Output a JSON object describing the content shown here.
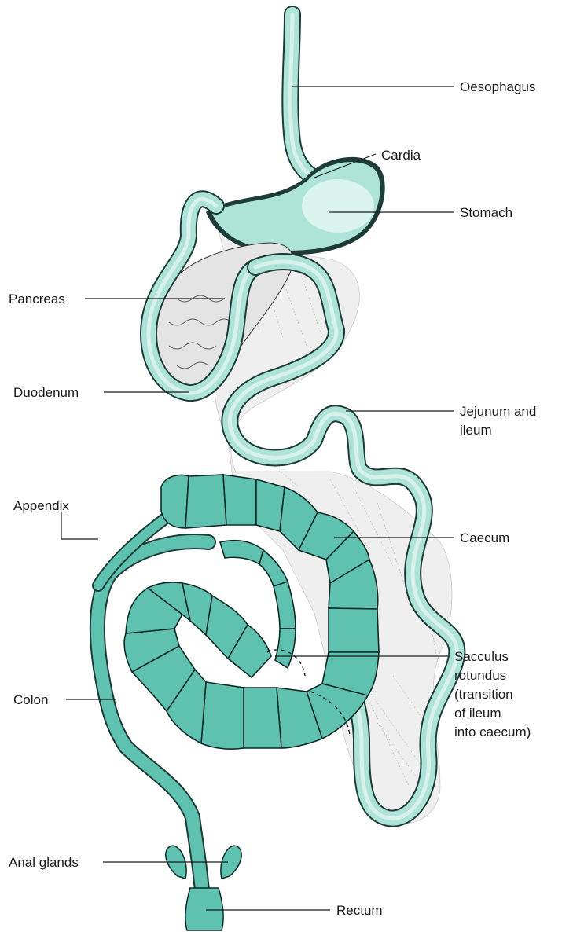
{
  "labels": {
    "oesophagus": "Oesophagus",
    "cardia": "Cardia",
    "stomach": "Stomach",
    "pancreas": "Pancreas",
    "duodenum": "Duodenum",
    "jejunum_1": "Jejunum and",
    "jejunum_2": "ileum",
    "appendix": "Appendix",
    "caecum": "Caecum",
    "sacculus_1": "Sacculus",
    "sacculus_2": "rotundus",
    "sacculus_3": "(transition",
    "sacculus_4": "of ileum",
    "sacculus_5": "into caecum)",
    "colon": "Colon",
    "anal_glands": "Anal glands",
    "rectum": "Rectum"
  },
  "colors": {
    "tube_outer": "#1d3b37",
    "tube_wall": "#aee3d7",
    "tube_lumen": "#d8f1ec",
    "segment_fill": "#5fc1b0",
    "mesentery": "#efefef",
    "pancreas": "#e4e4e4"
  }
}
